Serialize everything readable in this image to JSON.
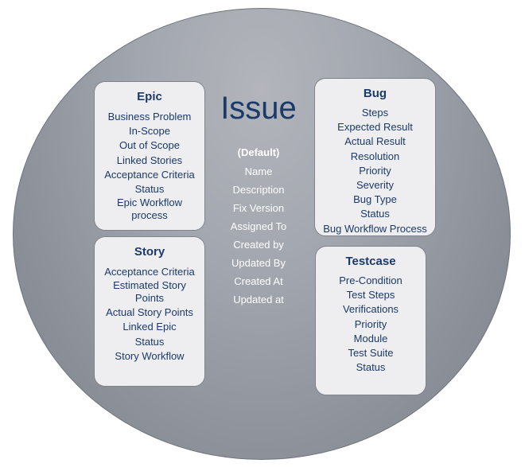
{
  "diagram": {
    "title": "Issue",
    "default_fields": {
      "label": "(Default)",
      "items": [
        "Name",
        "Description",
        "Fix Version",
        "Assigned To",
        "Created by",
        "Updated By",
        "Created At",
        "Updated at"
      ]
    },
    "epic": {
      "title": "Epic",
      "items": [
        "Business Problem",
        "In-Scope",
        "Out of Scope",
        "Linked Stories",
        "Acceptance Criteria",
        "Status",
        "Epic Workflow process"
      ]
    },
    "story": {
      "title": "Story",
      "items": [
        "Acceptance Criteria",
        "Estimated Story Points",
        "Actual Story Points",
        "Linked Epic",
        "Status",
        "Story Workflow"
      ]
    },
    "bug": {
      "title": "Bug",
      "items": [
        "Steps",
        "Expected Result",
        "Actual Result",
        "Resolution",
        "Priority",
        "Severity",
        "Bug Type",
        "Status",
        "Bug Workflow Process"
      ]
    },
    "testcase": {
      "title": "Testcase",
      "items": [
        "Pre-Condition",
        "Test Steps",
        "Verifications",
        "Priority",
        "Module",
        "Test Suite",
        "Status"
      ]
    },
    "colors": {
      "ellipse": "#8c919a",
      "box_fill": "#eeeef0",
      "text_dark_blue": "#1b3a68",
      "text_white": "#ffffff"
    }
  }
}
